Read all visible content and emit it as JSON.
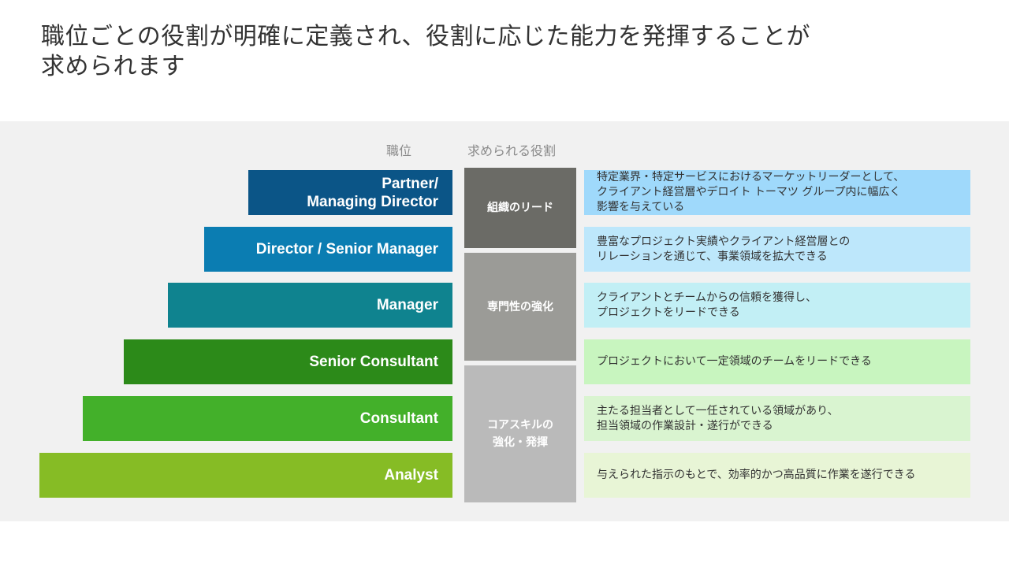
{
  "title": {
    "line1": "職位ごとの役割が明確に定義され、役割に応じた能力を発揮することが",
    "line2": "求められます"
  },
  "headers": {
    "position": "職位",
    "role": "求められる役割"
  },
  "levels": [
    {
      "label": "Partner/\nManaging Director",
      "color": "#0b5587",
      "description": "特定業界・特定サービスにおけるマーケットリーダーとして、\nクライアント経営層やデロイト トーマツ グループ内に幅広く\n影響を与えている",
      "description_color": "#9fd9fb"
    },
    {
      "label": "Director / Senior Manager",
      "color": "#0b7db2",
      "description": "豊富なプロジェクト実績やクライアント経営層との\nリレーションを通じて、事業領域を拡大できる",
      "description_color": "#bde7fb"
    },
    {
      "label": "Manager",
      "color": "#0f838f",
      "description": "クライアントとチームからの信頼を獲得し、\nプロジェクトをリードできる",
      "description_color": "#c2eff5"
    },
    {
      "label": "Senior Consultant",
      "color": "#2c8a19",
      "description": "プロジェクトにおいて一定領域のチームをリードできる",
      "description_color": "#c8f5bf"
    },
    {
      "label": "Consultant",
      "color": "#43b02a",
      "description": "主たる担当者として一任されている領域があり、\n担当領域の作業設計・遂行ができる",
      "description_color": "#d9f4d0"
    },
    {
      "label": "Analyst",
      "color": "#86bc25",
      "description": "与えられた指示のもとで、効率的かつ高品質に作業を遂行できる",
      "description_color": "#e8f5d6"
    }
  ],
  "roles": [
    {
      "label": "組織のリード",
      "color": "#6b6b66"
    },
    {
      "label": "専門性の強化",
      "color": "#9b9b97"
    },
    {
      "label": "コアスキルの\n強化・発揮",
      "color": "#bababa"
    }
  ]
}
